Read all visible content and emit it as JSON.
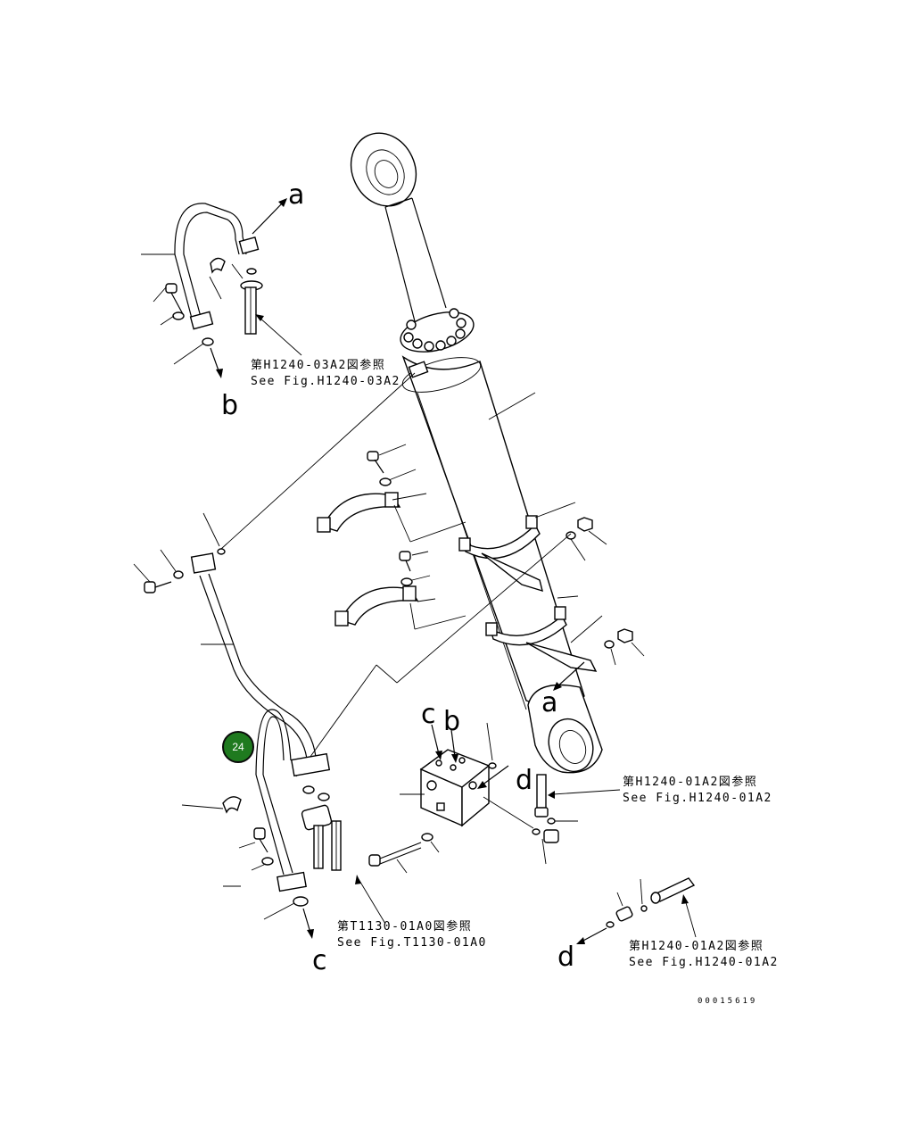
{
  "references": {
    "h1240_03a2_jp": "第H1240-03A2図参照",
    "h1240_03a2_en": "See Fig.H1240-03A2",
    "h1240_01a2_jp_1": "第H1240-01A2図参照",
    "h1240_01a2_en_1": "See Fig.H1240-01A2",
    "t1130_01a0_jp": "第T1130-01A0図参照",
    "t1130_01a0_en": "See Fig.T1130-01A0",
    "h1240_01a2_jp_2": "第H1240-01A2図参照",
    "h1240_01a2_en_2": "See Fig.H1240-01A2"
  },
  "connection_letters": {
    "a_top": "a",
    "b_left": "b",
    "a_lower": "a",
    "c_block": "c",
    "b_block": "b",
    "d_block": "d",
    "c_bottom": "c",
    "d_bottom": "d"
  },
  "callout": {
    "number": "24",
    "color": "#1f7a1f",
    "border_color": "#0a0a0a"
  },
  "drawing_code": "00015619"
}
